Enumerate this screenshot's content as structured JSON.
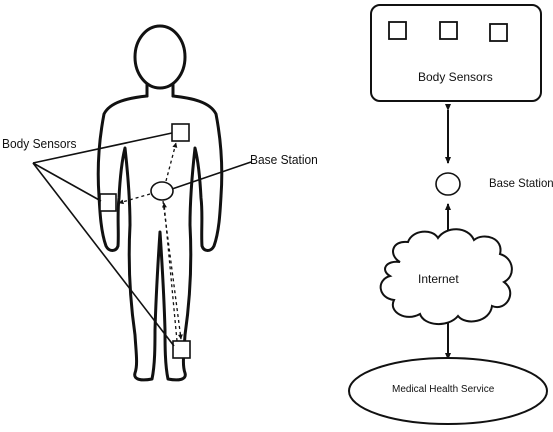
{
  "left_figure": {
    "body_sensors_label": "Body Sensors",
    "base_station_label": "Base Station"
  },
  "right_figure": {
    "body_sensors_label": "Body Sensors",
    "base_station_label": "Base Station",
    "internet_label": "Internet",
    "medical_label": "Medical Health Service"
  }
}
